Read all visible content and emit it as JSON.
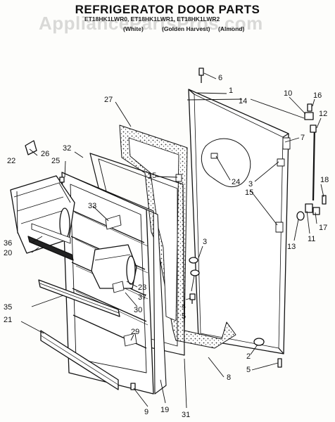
{
  "title": "REFRIGERATOR DOOR PARTS",
  "model_line": "ET18HK1LWR0, ET18HK1LWR1, ET18HK1LWR2",
  "variants": [
    "(White)",
    "(Golden Harvest)",
    "(Almond)"
  ],
  "watermark": "AppliancePartsPros.com",
  "callouts": {
    "c1": "1",
    "c2": "2",
    "c3a": "3",
    "c3b": "3",
    "c4": "4",
    "c5a": "5",
    "c5b": "5",
    "c6": "6",
    "c7": "7",
    "c8": "8",
    "c9": "9",
    "c10": "10",
    "c11": "11",
    "c12": "12",
    "c13": "13",
    "c14": "14",
    "c15a": "15",
    "c15b": "15",
    "c16": "16",
    "c17": "17",
    "c18": "18",
    "c19": "19",
    "c20": "20",
    "c21": "21",
    "c22": "22",
    "c23": "23",
    "c24": "24",
    "c25": "25",
    "c26": "26",
    "c27": "27",
    "c29": "29",
    "c30": "30",
    "c31": "31",
    "c32": "32",
    "c33": "33",
    "c35": "35",
    "c36": "36",
    "c37": "37"
  }
}
